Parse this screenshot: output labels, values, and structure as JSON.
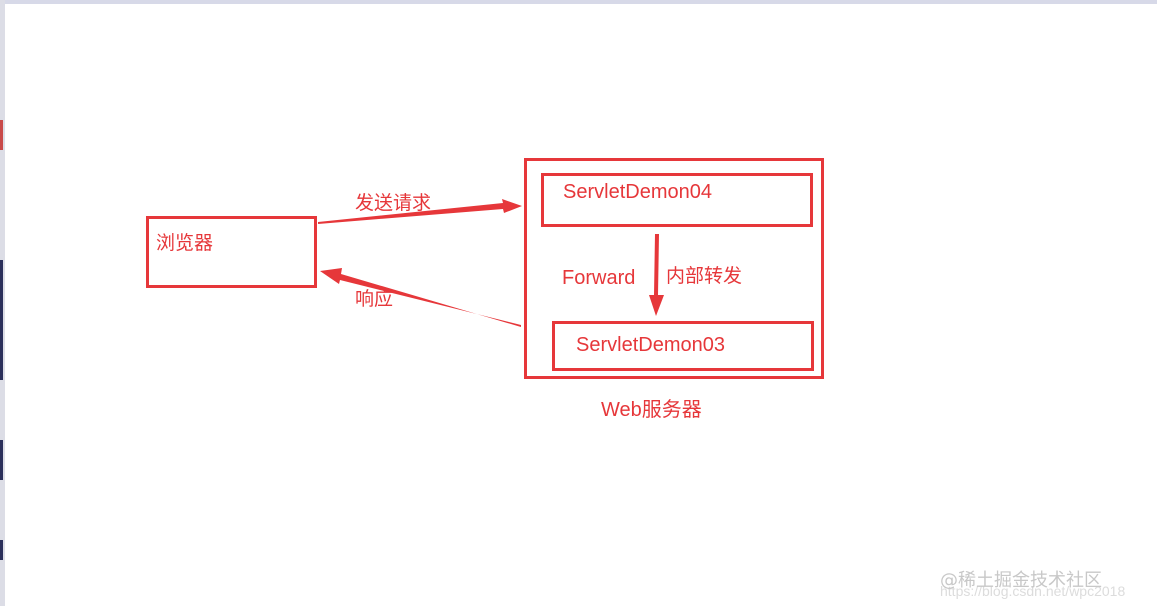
{
  "nodes": {
    "browser": "浏览器",
    "servlet04": "ServletDemon04",
    "servlet03": "ServletDemon03",
    "server": "Web服务器"
  },
  "edges": {
    "send_request": "发送请求",
    "response": "响应",
    "forward": "Forward",
    "internal_forward": "内部转发"
  },
  "watermark": {
    "brand": "@稀土掘金技术社区",
    "url": "https://blog.csdn.net/wpc2018"
  },
  "colors": {
    "accent": "#e6373a"
  }
}
